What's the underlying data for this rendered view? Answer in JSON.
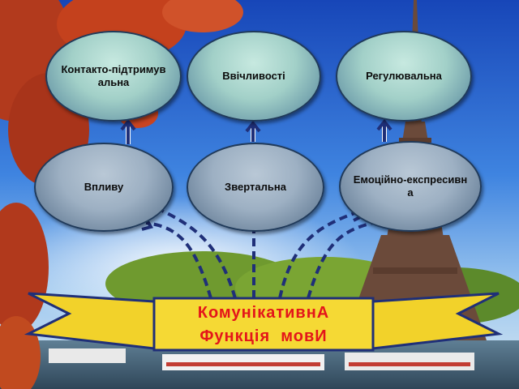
{
  "diagram": {
    "top_row": [
      {
        "id": "contact",
        "label": "Контакто-підтримувальна"
      },
      {
        "id": "polite",
        "label": "Ввічливості"
      },
      {
        "id": "regul",
        "label": "Регулювальна"
      }
    ],
    "middle_row": [
      {
        "id": "influence",
        "label": "Впливу"
      },
      {
        "id": "address",
        "label": "Звертальна"
      },
      {
        "id": "emotion",
        "label": "Емоційно-експресивна"
      }
    ],
    "banner": {
      "line1": "КомунікативнА",
      "line2": "Функція  мовИ"
    }
  },
  "colors": {
    "node_fill": "#a2d0c8",
    "node_border": "#203a5a",
    "banner_fill": "#f2d22a",
    "banner_text": "#e4151a",
    "arrow": "#1f2f78"
  }
}
